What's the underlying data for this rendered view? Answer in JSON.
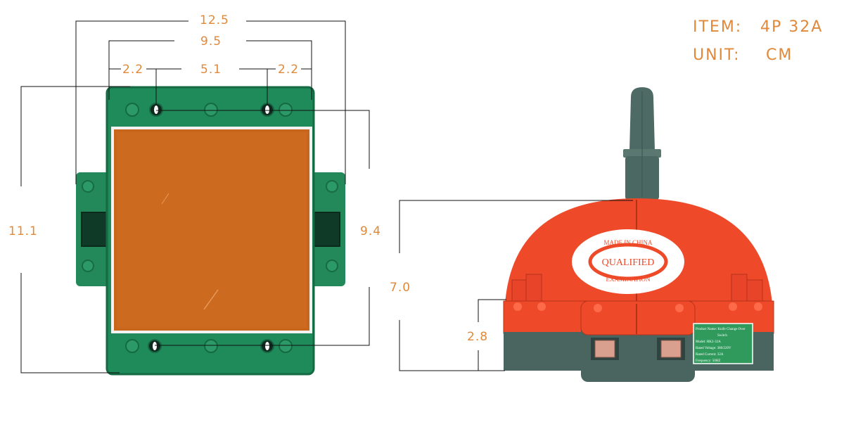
{
  "spec": {
    "item_label": "ITEM:",
    "item_value": "4P 32A",
    "unit_label": "UNIT:",
    "unit_value": "CM"
  },
  "dimensions": {
    "overall_width": "12.5",
    "inner_width": "9.5",
    "left_offset": "2.2",
    "hole_spacing": "5.1",
    "right_offset": "2.2",
    "overall_height": "11.1",
    "hole_height": "9.4",
    "side_height": "7.0",
    "base_height": "2.8"
  },
  "badge": {
    "top": "MADE IN CHINA",
    "center": "QUALIFIED",
    "bottom": "EXAMINATION"
  },
  "nameplate": {
    "line1": "Product Name: Knife Change Over",
    "line2": "Switch",
    "line3": "Model:        HK2-32A",
    "line4": "Rated Voltage: 380/220V",
    "line5": "Rated Current: 32A",
    "line6": "Frequency:     50HZ"
  },
  "colors": {
    "accent": "#e0893a",
    "plate_green": "#1f8a5a",
    "switch_red": "#ee4a2a",
    "base_gray": "#4a6560",
    "pad_orange": "#c8661c"
  }
}
